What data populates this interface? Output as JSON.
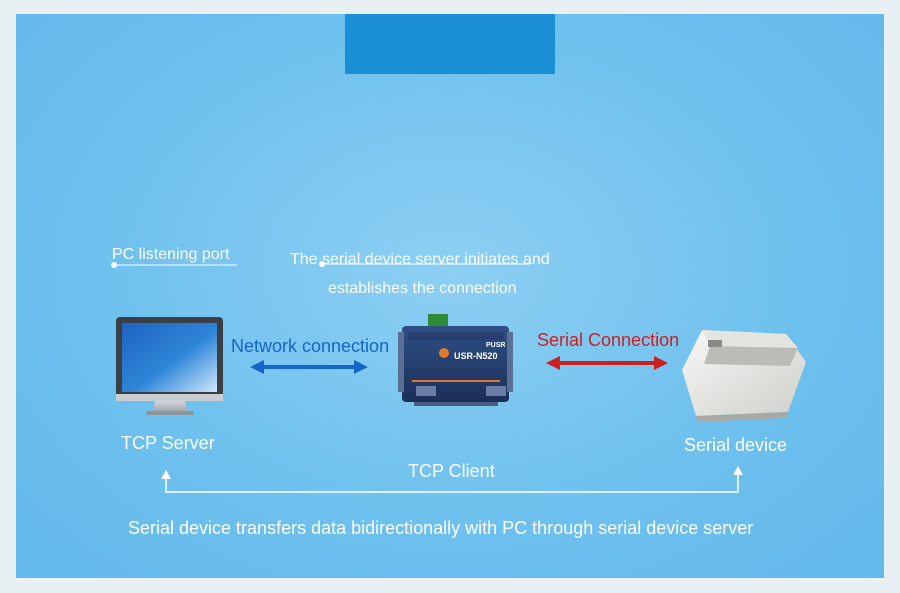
{
  "labels": {
    "pc_listening_port": "PC listening port",
    "initiates_line1": "The serial device server initiates and",
    "initiates_line2": "establishes the connection",
    "network_connection": "Network connection",
    "serial_connection": "Serial Connection",
    "tcp_server": "TCP Server",
    "serial_device": "Serial device",
    "tcp_client": "TCP Client",
    "caption": "Serial device transfers data bidirectionally with PC through serial device server"
  },
  "device": {
    "brand": "PUSR",
    "model": "USR-N520"
  },
  "colors": {
    "background": "#6fc1ee",
    "top_tab": "#1a8fd6",
    "network_arrow": "#1466c8",
    "serial_arrow": "#cc1f1f",
    "annotation": "#ffffff"
  },
  "icons": {
    "pc": "monitor-icon",
    "server": "serial-device-server-icon",
    "printer": "printer-icon"
  }
}
